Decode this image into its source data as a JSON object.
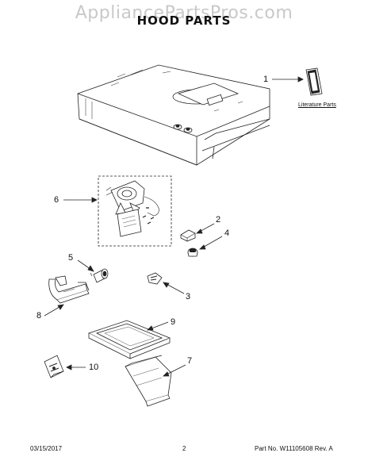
{
  "header": {
    "watermark": "AppliancePartsPros.com",
    "title": "HOOD PARTS"
  },
  "callouts": [
    "1",
    "2",
    "3",
    "4",
    "5",
    "6",
    "7",
    "8",
    "9",
    "10"
  ],
  "literature_label": "Literature Parts",
  "footer": {
    "date": "03/15/2017",
    "page": "2",
    "part_no": "Part No. W11105608  Rev. A"
  }
}
